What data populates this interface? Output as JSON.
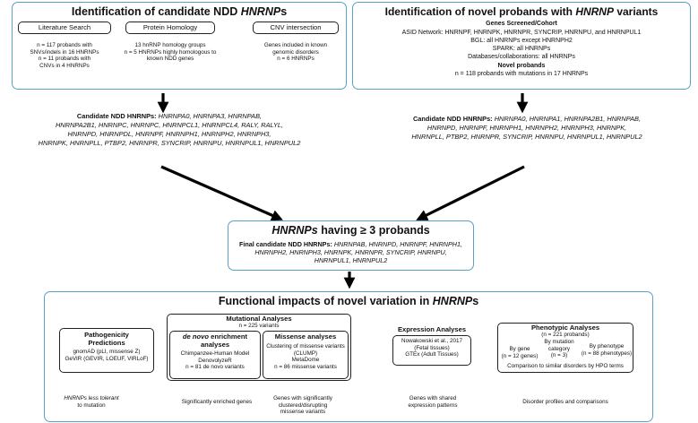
{
  "panel1": {
    "title_prefix": "Identification of candidate NDD ",
    "title_em": "HNRNP",
    "title_suffix": "s",
    "boxes": [
      {
        "label": "Literature Search"
      },
      {
        "label": "Protein Homology"
      },
      {
        "label": "CNV intersection"
      }
    ],
    "lit_lines": [
      "n = 117 probands with",
      "SNVs/indels in 16 HNRNPs",
      "n = 11 probands with",
      "CNVs in 4 HNRNPs"
    ],
    "homology_lines": [
      "13 hnRNP homology groups",
      "n = 5 HNRNPs highly homologous to",
      "known NDD genes"
    ],
    "cnv_lines": [
      "Genes included in known",
      "genomic disorders",
      "n = 6 HNRNPs"
    ]
  },
  "panel2": {
    "title_prefix": "Identification of novel probands with ",
    "title_em": "HNRNP",
    "title_suffix": " variants",
    "genes_header": "Genes Screened/Cohort",
    "cohort_lines": [
      "ASID Network: HNRNPF, HNRNPK, HNRNPR, SYNCRIP, HNRNPU, and HNRNPUL1",
      "BGL: all HNRNPs except HNRNPH2",
      "SPARK: all HNRNPs",
      "Databases/collaborations: all HNRNPs"
    ],
    "novel_header": "Novel probands",
    "novel_line": "n = 118 probands with mutations in 17 HNRNPs"
  },
  "candidates_left": {
    "label": "Candidate NDD HNRNPs:",
    "lines": [
      "HNRNPA0, HNRNPA3, HNRNPAB,",
      "HNRNPA2B1, HNRNPC, HNRNPC, HNRNPCL1, HNRNPCL4, RALY, RALYL,",
      "HNRNPD, HNRNPDL, HNRNPF, HNRNPH1, HNRNPH2, HNRNPH3,",
      "HNRNPK, HNRNPLL, PTBP2, HNRNPR, SYNCRIP, HNRNPU, HNRNPUL1, HNRNPUL2"
    ]
  },
  "candidates_right": {
    "label": "Candidate NDD HNRNPs:",
    "lines": [
      "HNRNPA0, HNRNPA1, HNRNPA2B1, HNRNPAB,",
      "HNRNPD, HNRNPF, HNRNPH1, HNRNPH2, HNRNPH3, HNRNPK,",
      "HNRNPLL, PTBP2, HNRNPR, SYNCRIP, HNRNPU, HNRNPUL1, HNRNPUL2"
    ]
  },
  "panel3": {
    "title_em": "HNRNPs",
    "title_suffix": " having ≥ 3 probands",
    "final_label": "Final candidate NDD HNRNPs:",
    "final_line1": "HNRNPAB, HNRNPD, HNRNPF, HNRNPH1,",
    "final_line2": "HNRNPH2, HNRNPH3, HNRNPK, HNRNPR, SYNCRIP, HNRNPU,",
    "final_line3": "HNRNPUL1, HNRNPUL2"
  },
  "panel4": {
    "title_prefix": "Functional impacts of novel variation in ",
    "title_em": "HNRNP",
    "title_suffix": "s",
    "patho": {
      "title1": "Pathogenicity",
      "title2": "Predictions",
      "lines": [
        "gnomAD (pLI, missense Z)",
        "GeVIR (GEVIR, LOEUF, VIRLoF)"
      ],
      "outcome": [
        "HNRNPs less tolerant",
        "to mutation"
      ]
    },
    "mutational": {
      "title": "Mutational Analyses",
      "n": "n = 225 variants",
      "denovo_title_em": "de novo",
      "denovo_title_rest": " enrichment",
      "denovo_title2": "analyses",
      "denovo_lines": [
        "Chimpanzee-Human Model",
        "DenovolyzeR",
        "n = 81 de novo variants"
      ],
      "missense_title": "Missense analyses",
      "missense_lines": [
        "Clustering of missense variants",
        "(CLUMP)",
        "MetaDome",
        "n = 86 missense variants"
      ],
      "outcome_left": [
        "Significantly enriched genes"
      ],
      "outcome_right": [
        "Genes with significantly",
        "clustered/disrupting",
        "missense variants"
      ]
    },
    "expression": {
      "title": "Expression Analyses",
      "lines": [
        "Nowakowski et al., 2017",
        "(Fetal tissues)",
        "GTEx (Adult Tissues)"
      ],
      "outcome": [
        "Genes with shared",
        "expression patterns"
      ]
    },
    "phenotypic": {
      "title": "Phenotypic Analyses",
      "n": "(n = 221 probands)",
      "col1": [
        "By gene",
        "(n = 12 genes)"
      ],
      "col2": [
        "By mutation",
        "category",
        "(n = 3)"
      ],
      "col3": [
        "By phenotype",
        "(n = 88 phenotypes)"
      ],
      "compare": "Comparison to similar disorders by HPO terms",
      "outcome": [
        "Disorder profiles and comparisons"
      ]
    }
  }
}
